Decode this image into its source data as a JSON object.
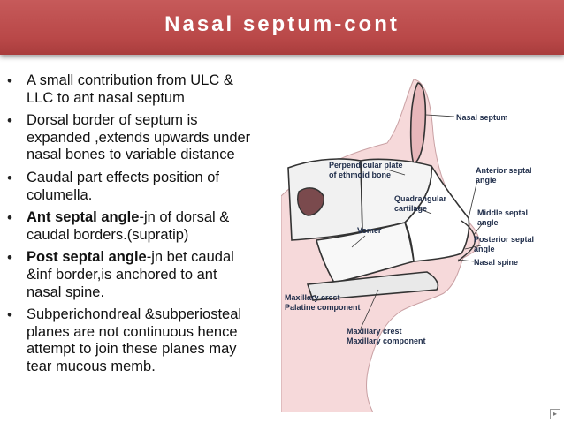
{
  "slide": {
    "title": "Nasal septum-cont",
    "bullets": [
      {
        "bold": "",
        "text": "A small contribution from ULC &\nLLC to ant nasal septum"
      },
      {
        "bold": "",
        "text": "Dorsal border of septum is\nexpanded ,extends upwards under\nnasal bones to variable distance"
      },
      {
        "bold": "",
        "text": "Caudal part effects position of\ncolumella."
      },
      {
        "bold": "Ant septal angle",
        "text": "-jn of dorsal &\ncaudal borders.(supratip)"
      },
      {
        "bold": "Post septal angle",
        "text": "-jn bet caudal\n&inf border,is anchored to ant\nnasal spine."
      },
      {
        "bold": "",
        "text": "Subperichondreal &subperiosteal\nplanes are not continuous hence\nattempt to join these planes may\ntear mucous memb."
      }
    ]
  },
  "figure": {
    "labels": {
      "nasal_septum": "Nasal septum",
      "perpendicular_plate_1": "Perpendicular plate",
      "perpendicular_plate_2": "of ethmoid bone",
      "anterior_septal_1": "Anterior septal",
      "anterior_septal_2": "angle",
      "quadrangular_1": "Quadrangular",
      "quadrangular_2": "cartilage",
      "middle_septal_1": "Middle septal",
      "middle_septal_2": "angle",
      "vomer": "Vomer",
      "posterior_septal_1": "Posterior septal",
      "posterior_septal_2": "angle",
      "nasal_spine": "Nasal spine",
      "maxillary_crest_palatine_1": "Maxillary crest",
      "maxillary_crest_palatine_2": "Palatine component",
      "maxillary_crest_maxillary_1": "Maxillary crest",
      "maxillary_crest_maxillary_2": "Maxillary component"
    }
  }
}
